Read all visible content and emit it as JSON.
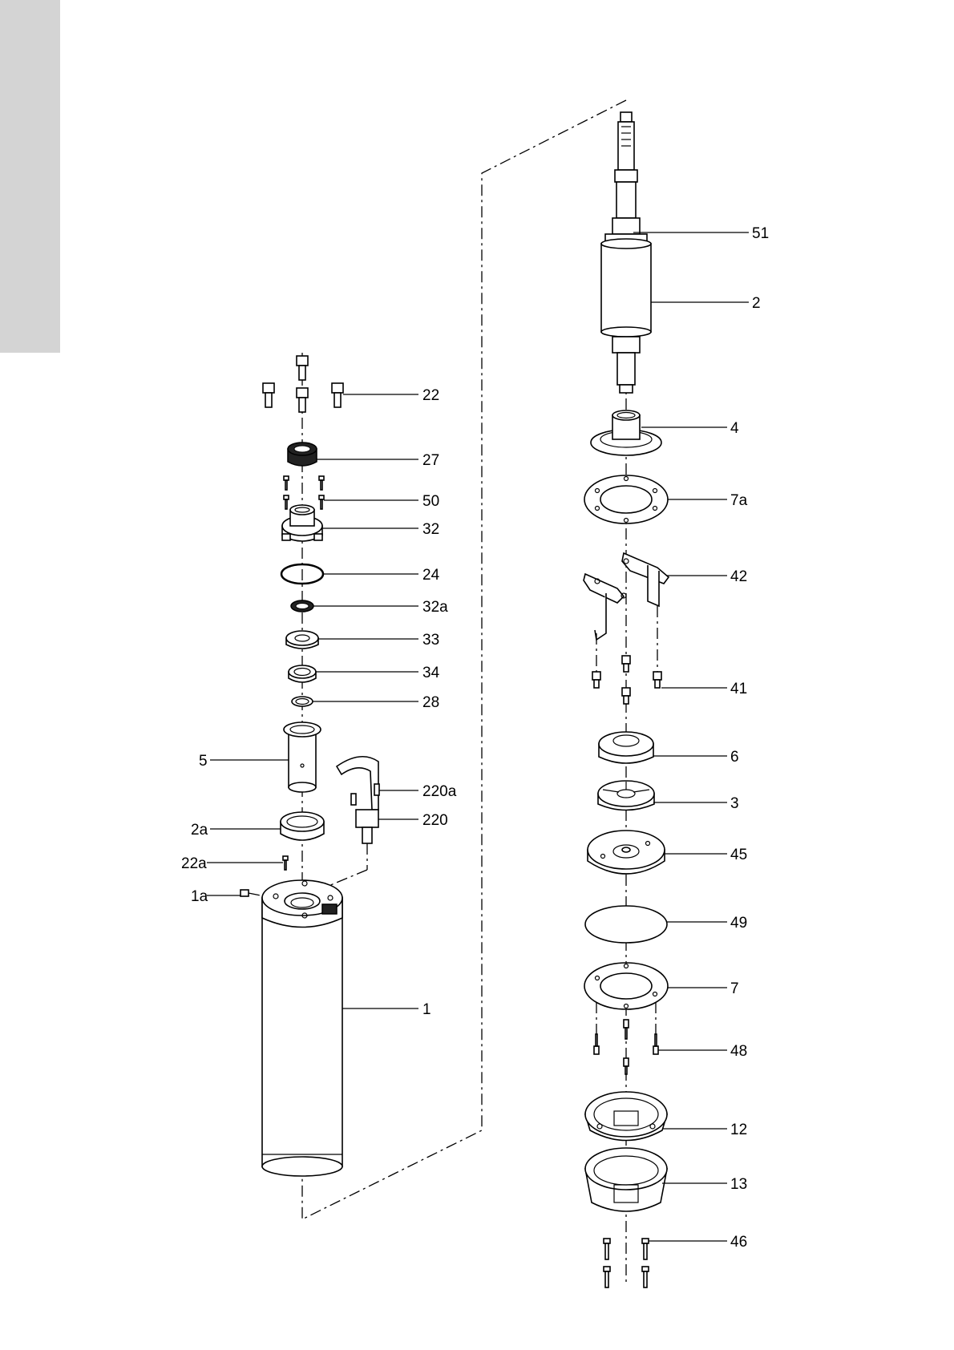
{
  "labels": {
    "p51": "51",
    "p2": "2",
    "p4": "4",
    "p7a": "7a",
    "p42": "42",
    "p41": "41",
    "p6": "6",
    "p3": "3",
    "p45": "45",
    "p49": "49",
    "p7": "7",
    "p48": "48",
    "p12": "12",
    "p13": "13",
    "p46": "46",
    "p22": "22",
    "p27": "27",
    "p50": "50",
    "p32": "32",
    "p24": "24",
    "p32a": "32a",
    "p33": "33",
    "p34": "34",
    "p28": "28",
    "p220a": "220a",
    "p220": "220",
    "p1": "1",
    "p5": "5",
    "p2a": "2a",
    "p22a": "22a",
    "p1a": "1a"
  }
}
